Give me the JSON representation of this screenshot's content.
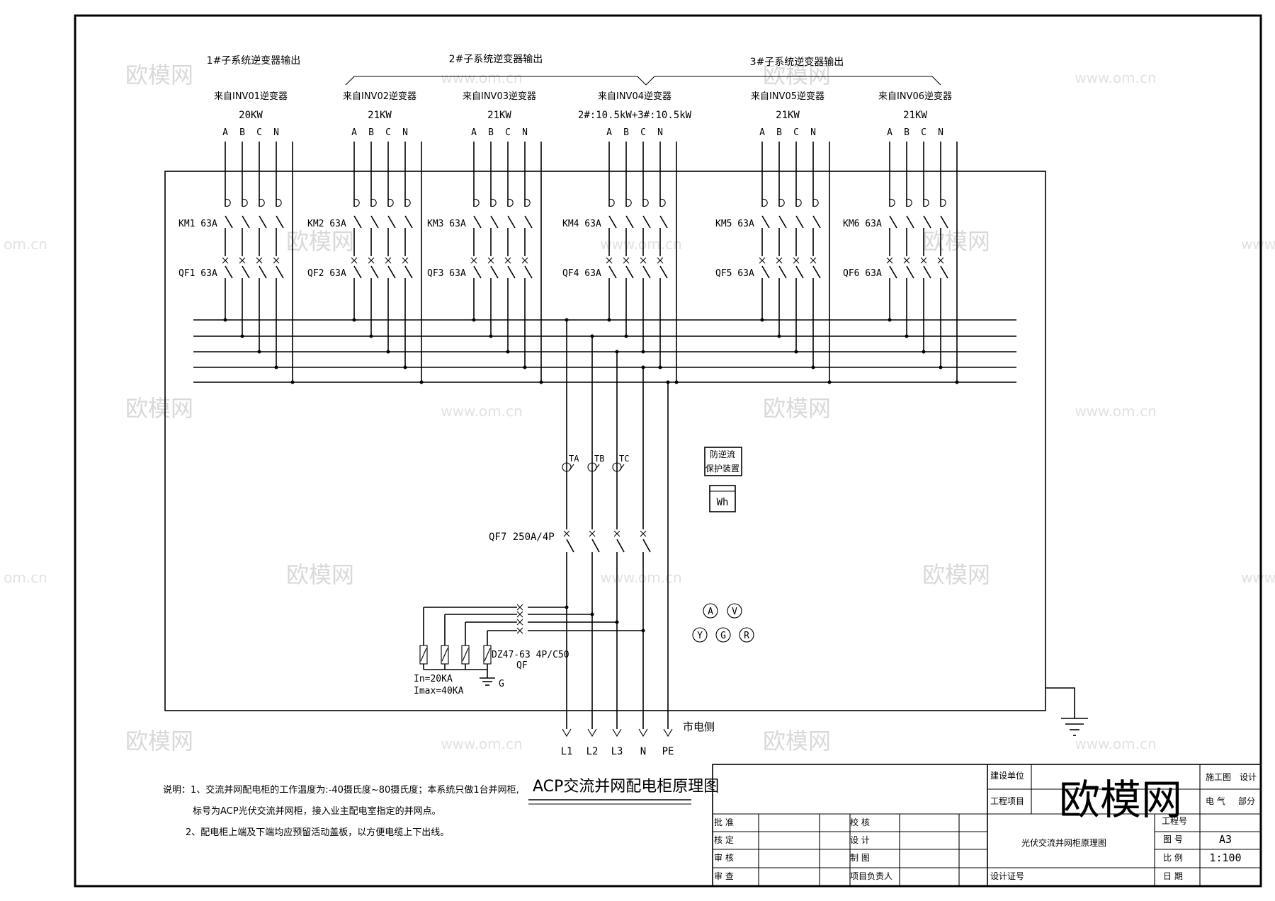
{
  "groups": [
    {
      "title": "1#子系统逆变器输出"
    },
    {
      "title": "2#子系统逆变器输出"
    },
    {
      "title": "3#子系统逆变器输出"
    }
  ],
  "phase_labels": [
    "A",
    "B",
    "C",
    "N"
  ],
  "inverters": [
    {
      "source": "来自INV01逆变器",
      "power": "20KW",
      "km": "KM1 63A",
      "qf": "QF1 63A"
    },
    {
      "source": "来自INV02逆变器",
      "power": "21KW",
      "km": "KM2 63A",
      "qf": "QF2 63A"
    },
    {
      "source": "来自INV03逆变器",
      "power": "21KW",
      "km": "KM3 63A",
      "qf": "QF3 63A"
    },
    {
      "source": "来自INV04逆变器",
      "power": "2#:10.5kW+3#:10.5kW",
      "km": "KM4 63A",
      "qf": "QF4 63A"
    },
    {
      "source": "来自INV05逆变器",
      "power": "21KW",
      "km": "KM5 63A",
      "qf": "QF5 63A"
    },
    {
      "source": "来自INV06逆变器",
      "power": "21KW",
      "km": "KM6 63A",
      "qf": "QF6 63A"
    }
  ],
  "ct_labels": [
    "TA",
    "TB",
    "TC"
  ],
  "anti_backflow": [
    "防逆流",
    "保护装置"
  ],
  "meter": "Wh",
  "main_breaker": "QF7 250A/4P",
  "spd": {
    "qf": "QF",
    "model": "DZ47-63 4P/C50",
    "in": "In=20KA",
    "imax": "Imax=40KA",
    "ground": "G"
  },
  "indicators": [
    "A",
    "V",
    "Y",
    "G",
    "R"
  ],
  "outputs": [
    "L1",
    "L2",
    "L3",
    "N",
    "PE"
  ],
  "grid_side": "市电侧",
  "diagram_title": "ACP交流并网配电柜原理图",
  "notes": [
    "说明：1、交流并网配电柜的工作温度为:-40摄氏度~80摄氏度；本系统只做1台并网柜,",
    "标号为ACP光伏交流并网柜，接入业主配电室指定的并网点。",
    "2、配电柜上端及下端均应预留活动盖板，以方便电缆上下出线。"
  ],
  "title_block": {
    "build_unit": "建设单位",
    "project": "工程项目",
    "stage1": "施工图",
    "stage2": "设计",
    "discipline1": "电  气",
    "discipline2": "部分",
    "project_no": "工程号",
    "sheet_no": "图  号",
    "sheet_val": "A3",
    "scale": "比  例",
    "scale_val": "1:100",
    "date": "日  期",
    "drawing_name": "光伏交流并网柜原理图",
    "cert": "设计证号",
    "rows": [
      {
        "a": "批  准",
        "b": "校  核"
      },
      {
        "a": "核  定",
        "b": "设  计"
      },
      {
        "a": "审  核",
        "b": "制  图"
      },
      {
        "a": "审  查",
        "b": "项目负责人"
      }
    ]
  },
  "logo": "欧模网",
  "watermarks": {
    "cn": "欧模网",
    "url": "www.om.cn",
    "url_edge": "om.cn",
    "url_edge2": "www.o"
  }
}
